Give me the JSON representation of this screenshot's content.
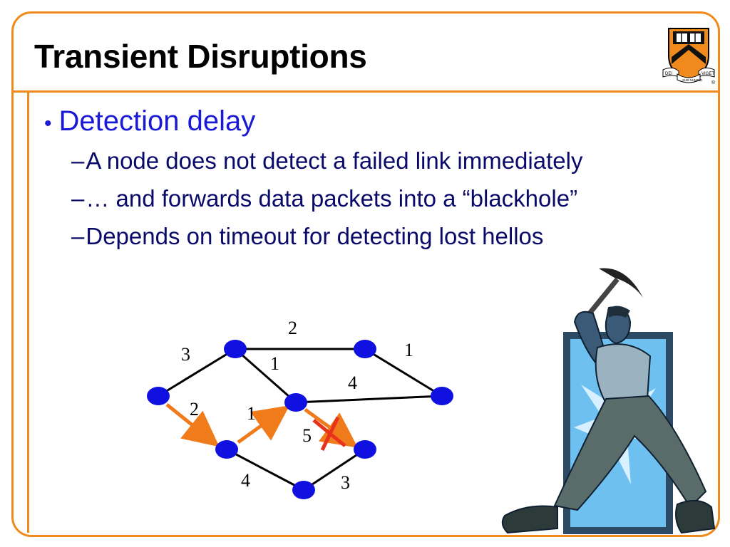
{
  "slide": {
    "title": "Transient Disruptions",
    "bullet": "Detection delay",
    "sub_bullets": [
      "A node does not detect a failed link immediately",
      "… and forwards data packets into a “blackhole”",
      "Depends on timeout for detecting lost hellos"
    ]
  },
  "graph": {
    "edge_weights": [
      "3",
      "2",
      "1",
      "1",
      "4",
      "1",
      "2",
      "5",
      "4",
      "3"
    ]
  },
  "logo": {
    "motto_left": "DEI",
    "motto_center": "SUB NUMINE",
    "motto_right": "VIGET",
    "registered": "®"
  },
  "colors": {
    "accent": "#f08a1c",
    "bullet": "#1a1ad6",
    "text": "#0a0a6a",
    "node": "#1010e0",
    "path_arrow": "#f07b1b",
    "fail_mark": "#e8321c"
  }
}
